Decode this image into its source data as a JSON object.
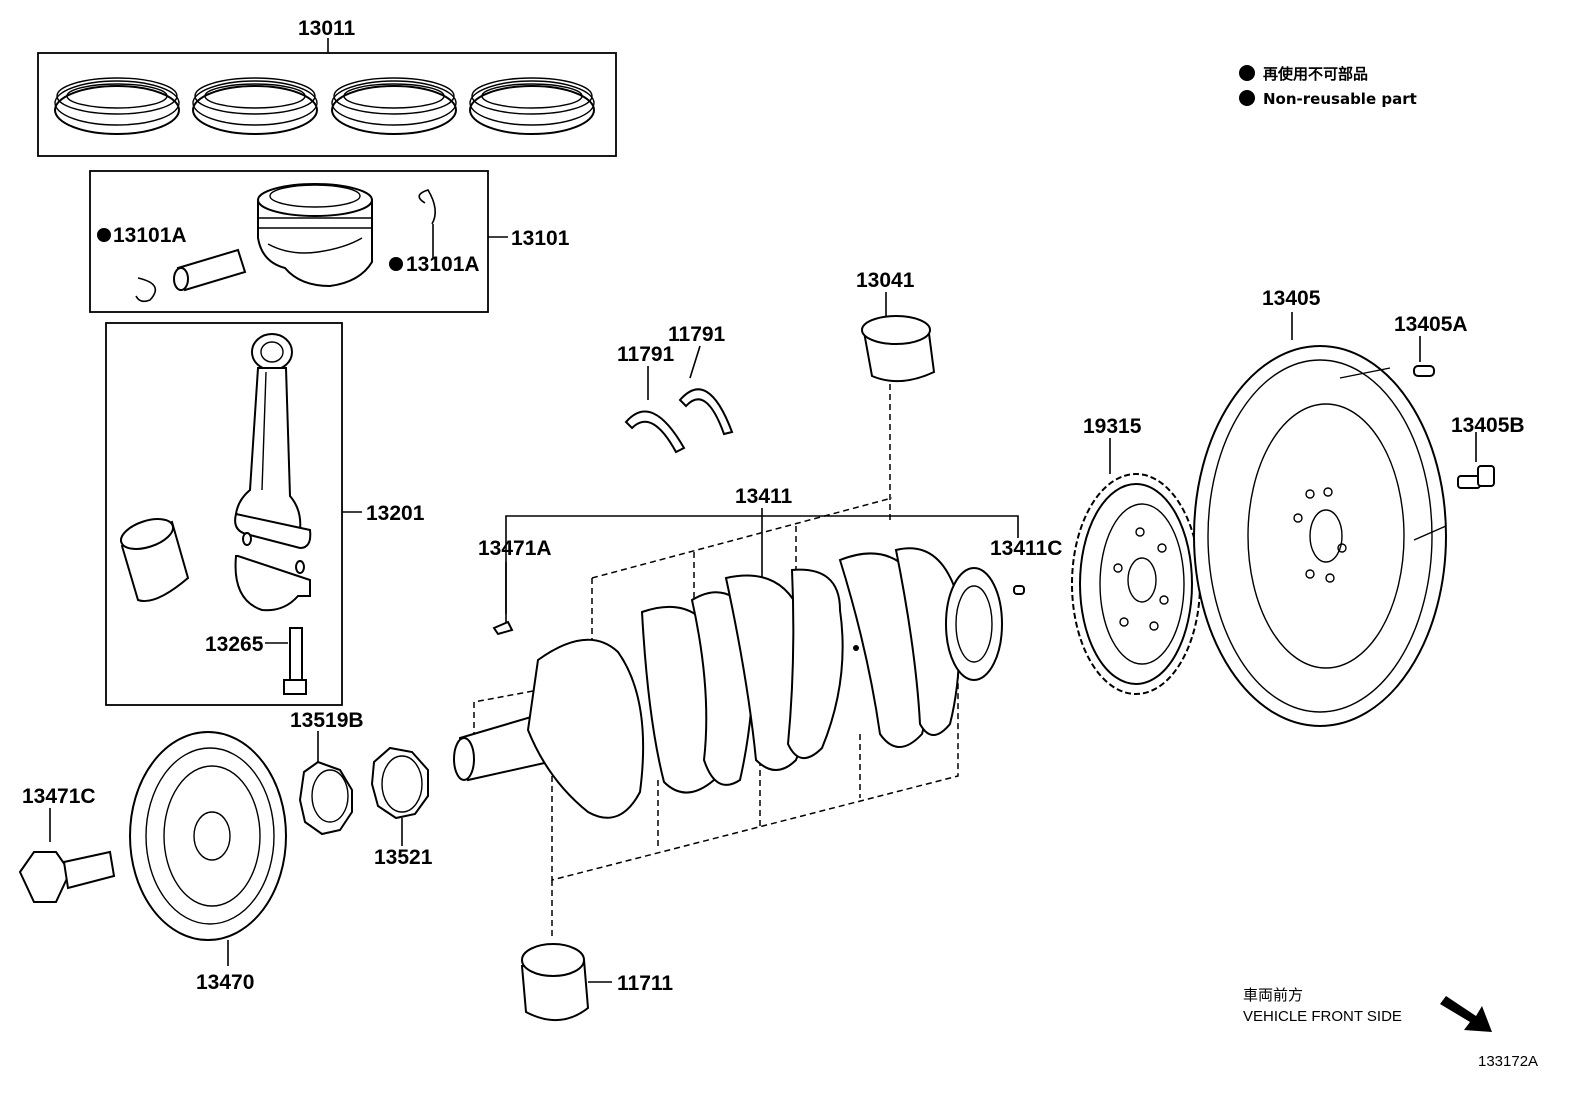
{
  "legend": {
    "line1": "再使用不可部品",
    "line2": "Non-reusable part"
  },
  "parts": {
    "p13011": "13011",
    "p13101": "13101",
    "p13101A_left": "13101A",
    "p13101A_right": "13101A",
    "p13201": "13201",
    "p13265": "13265",
    "p13519B": "13519B",
    "p13521": "13521",
    "p13471C": "13471C",
    "p13470": "13470",
    "p13471A": "13471A",
    "p11791_left": "11791",
    "p11791_right": "11791",
    "p13041": "13041",
    "p13411": "13411",
    "p13411C": "13411C",
    "p11711": "11711",
    "p19315": "19315",
    "p13405": "13405",
    "p13405A": "13405A",
    "p13405B": "13405B"
  },
  "direction": {
    "jp": "車両前方",
    "en": "VEHICLE FRONT SIDE"
  },
  "diagram_id": "133172A"
}
